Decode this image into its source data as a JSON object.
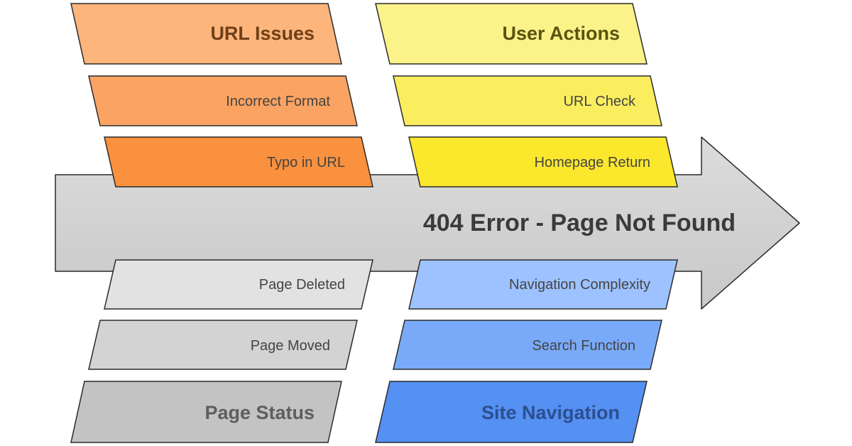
{
  "diagram": {
    "spine_label": "404 Error - Page Not Found",
    "categories": [
      {
        "title": "URL Issues",
        "causes": [
          "Incorrect Format",
          "Typo in URL"
        ]
      },
      {
        "title": "User Actions",
        "causes": [
          "URL Check",
          "Homepage Return"
        ]
      },
      {
        "title": "Page Status",
        "causes": [
          "Page Deleted",
          "Page Moved"
        ]
      },
      {
        "title": "Site Navigation",
        "causes": [
          "Navigation Complexity",
          "Search Function"
        ]
      }
    ]
  },
  "colors": {
    "spine_fill": "#d3d3d3",
    "outline": "#2a2a2a",
    "url_issues": [
      "#fdb57c",
      "#fba362",
      "#f9913f"
    ],
    "user_actions": [
      "#fbf28a",
      "#faee5f",
      "#fbe82d"
    ],
    "page_status": [
      "#e2e2e2",
      "#d3d3d3",
      "#c3c3c3"
    ],
    "site_navigation": [
      "#9dc2ff",
      "#79aaf9",
      "#5590f3"
    ],
    "heading_text": {
      "url_issues": "#704018",
      "user_actions": "#5a5410",
      "page_status": "#5e5e5e",
      "site_navigation": "#2c4f8f"
    }
  }
}
